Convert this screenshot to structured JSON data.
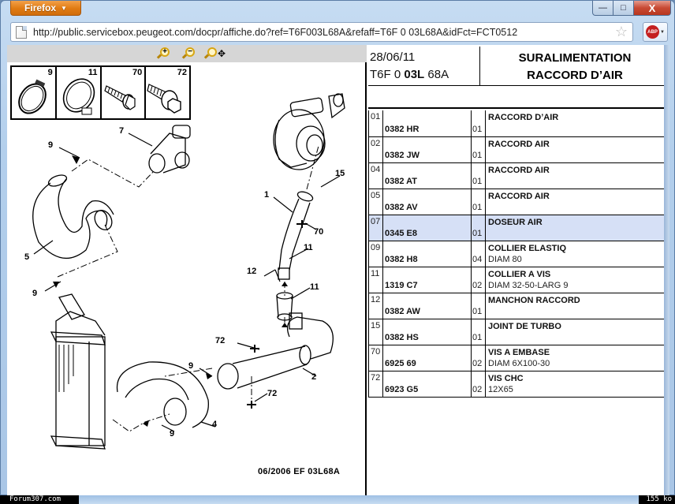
{
  "browser": {
    "menu_button": "Firefox",
    "url": "http://public.servicebox.peugeot.com/docpr/affiche.do?ref=T6F003L68A&refaff=T6F 0 03L68A&idFct=FCT0512",
    "window_controls": {
      "minimize": "—",
      "maximize": "□",
      "close": "X"
    },
    "addon_label": "ABP"
  },
  "diagram": {
    "zoom_in_symbol": "+",
    "zoom_out_symbol": "−",
    "pan_symbol": "✥",
    "legend": [
      {
        "num": "9",
        "icon": "hose-clamp-icon"
      },
      {
        "num": "11",
        "icon": "screw-clamp-icon"
      },
      {
        "num": "70",
        "icon": "flange-bolt-icon"
      },
      {
        "num": "72",
        "icon": "hex-bolt-icon"
      }
    ],
    "callouts": [
      "7",
      "9",
      "5",
      "9",
      "1",
      "15",
      "70",
      "11",
      "12",
      "11",
      "72",
      "9",
      "2",
      "72",
      "4",
      "9"
    ],
    "footer_code": "06/2006   EF 03L68A"
  },
  "sheet": {
    "date": "28/06/11",
    "ref_prefix": "T6F 0 ",
    "ref_bold": "03L",
    "ref_suffix": " 68A",
    "title_line1": "SURALIMENTATION",
    "title_line2": "RACCORD D’AIR"
  },
  "parts": [
    {
      "idx": "01",
      "ref": "0382 HR",
      "qty": "01",
      "name": "RACCORD D’AIR",
      "detail": "",
      "selected": false
    },
    {
      "idx": "02",
      "ref": "0382 JW",
      "qty": "01",
      "name": "RACCORD AIR",
      "detail": "",
      "selected": false
    },
    {
      "idx": "04",
      "ref": "0382 AT",
      "qty": "01",
      "name": "RACCORD AIR",
      "detail": "",
      "selected": false
    },
    {
      "idx": "05",
      "ref": "0382 AV",
      "qty": "01",
      "name": "RACCORD AIR",
      "detail": "",
      "selected": false
    },
    {
      "idx": "07",
      "ref": "0345 E8",
      "qty": "01",
      "name": "DOSEUR AIR",
      "detail": "",
      "selected": true
    },
    {
      "idx": "09",
      "ref": "0382 H8",
      "qty": "04",
      "name": "COLLIER ELASTIQ",
      "detail": "DIAM 80",
      "selected": false
    },
    {
      "idx": "11",
      "ref": "1319 C7",
      "qty": "02",
      "name": "COLLIER A VIS",
      "detail": "DIAM 32-50-LARG 9",
      "selected": false
    },
    {
      "idx": "12",
      "ref": "0382 AW",
      "qty": "01",
      "name": "MANCHON RACCORD",
      "detail": "",
      "selected": false
    },
    {
      "idx": "15",
      "ref": "0382 HS",
      "qty": "01",
      "name": "JOINT DE TURBO",
      "detail": "",
      "selected": false
    },
    {
      "idx": "70",
      "ref": "6925 69",
      "qty": "02",
      "name": "VIS A EMBASE",
      "detail": "DIAM 6X100-30",
      "selected": false
    },
    {
      "idx": "72",
      "ref": "6923 G5",
      "qty": "02",
      "name": "VIS CHC",
      "detail": "12X65",
      "selected": false
    }
  ],
  "colors": {
    "selected_row": "#d6e0f6",
    "firefox_orange": "#e07a12",
    "close_red": "#c84a33"
  },
  "statusbar": {
    "left": "Forum307.com",
    "right": "155 ko"
  }
}
